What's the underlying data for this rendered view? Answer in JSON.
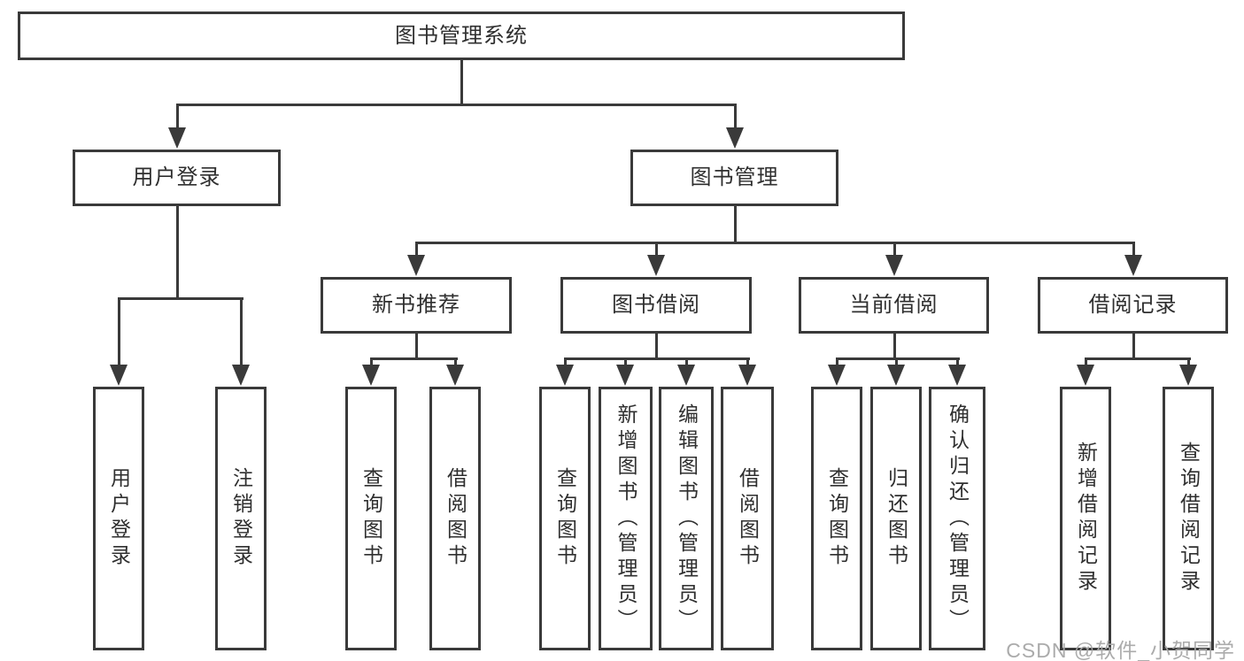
{
  "diagram": {
    "title": "图书管理系统",
    "type": "hierarchy-tree",
    "root": "图书管理系统",
    "level2": [
      "用户登录",
      "图书管理"
    ],
    "level3": [
      "新书推荐",
      "图书借阅",
      "当前借阅",
      "借阅记录"
    ],
    "leaves": [
      "用户登录",
      "注销登录",
      "查询图书",
      "借阅图书",
      "查询图书",
      "新增图书（管理员）",
      "编辑图书（管理员）",
      "借阅图书",
      "查询图书",
      "归还图书",
      "确认归还（管理员）",
      "新增借阅记录",
      "查询借阅记录"
    ],
    "edges": [
      "图书管理系统 -> 用户登录",
      "图书管理系统 -> 图书管理",
      "用户登录 -> 用户登录",
      "用户登录 -> 注销登录",
      "图书管理 -> 新书推荐",
      "图书管理 -> 图书借阅",
      "图书管理 -> 当前借阅",
      "图书管理 -> 借阅记录",
      "新书推荐 -> 查询图书",
      "新书推荐 -> 借阅图书",
      "图书借阅 -> 查询图书",
      "图书借阅 -> 新增图书（管理员）",
      "图书借阅 -> 编辑图书（管理员）",
      "图书借阅 -> 借阅图书",
      "当前借阅 -> 查询图书",
      "当前借阅 -> 归还图书",
      "当前借阅 -> 确认归还（管理员）",
      "借阅记录 -> 新增借阅记录",
      "借阅记录 -> 查询借阅记录"
    ]
  },
  "watermark": "CSDN @软件_小贺同学",
  "colors": {
    "line": "#3a3a3a",
    "text": "#2f2f2f",
    "background": "#ffffff",
    "watermark": "#a6a6a6"
  }
}
